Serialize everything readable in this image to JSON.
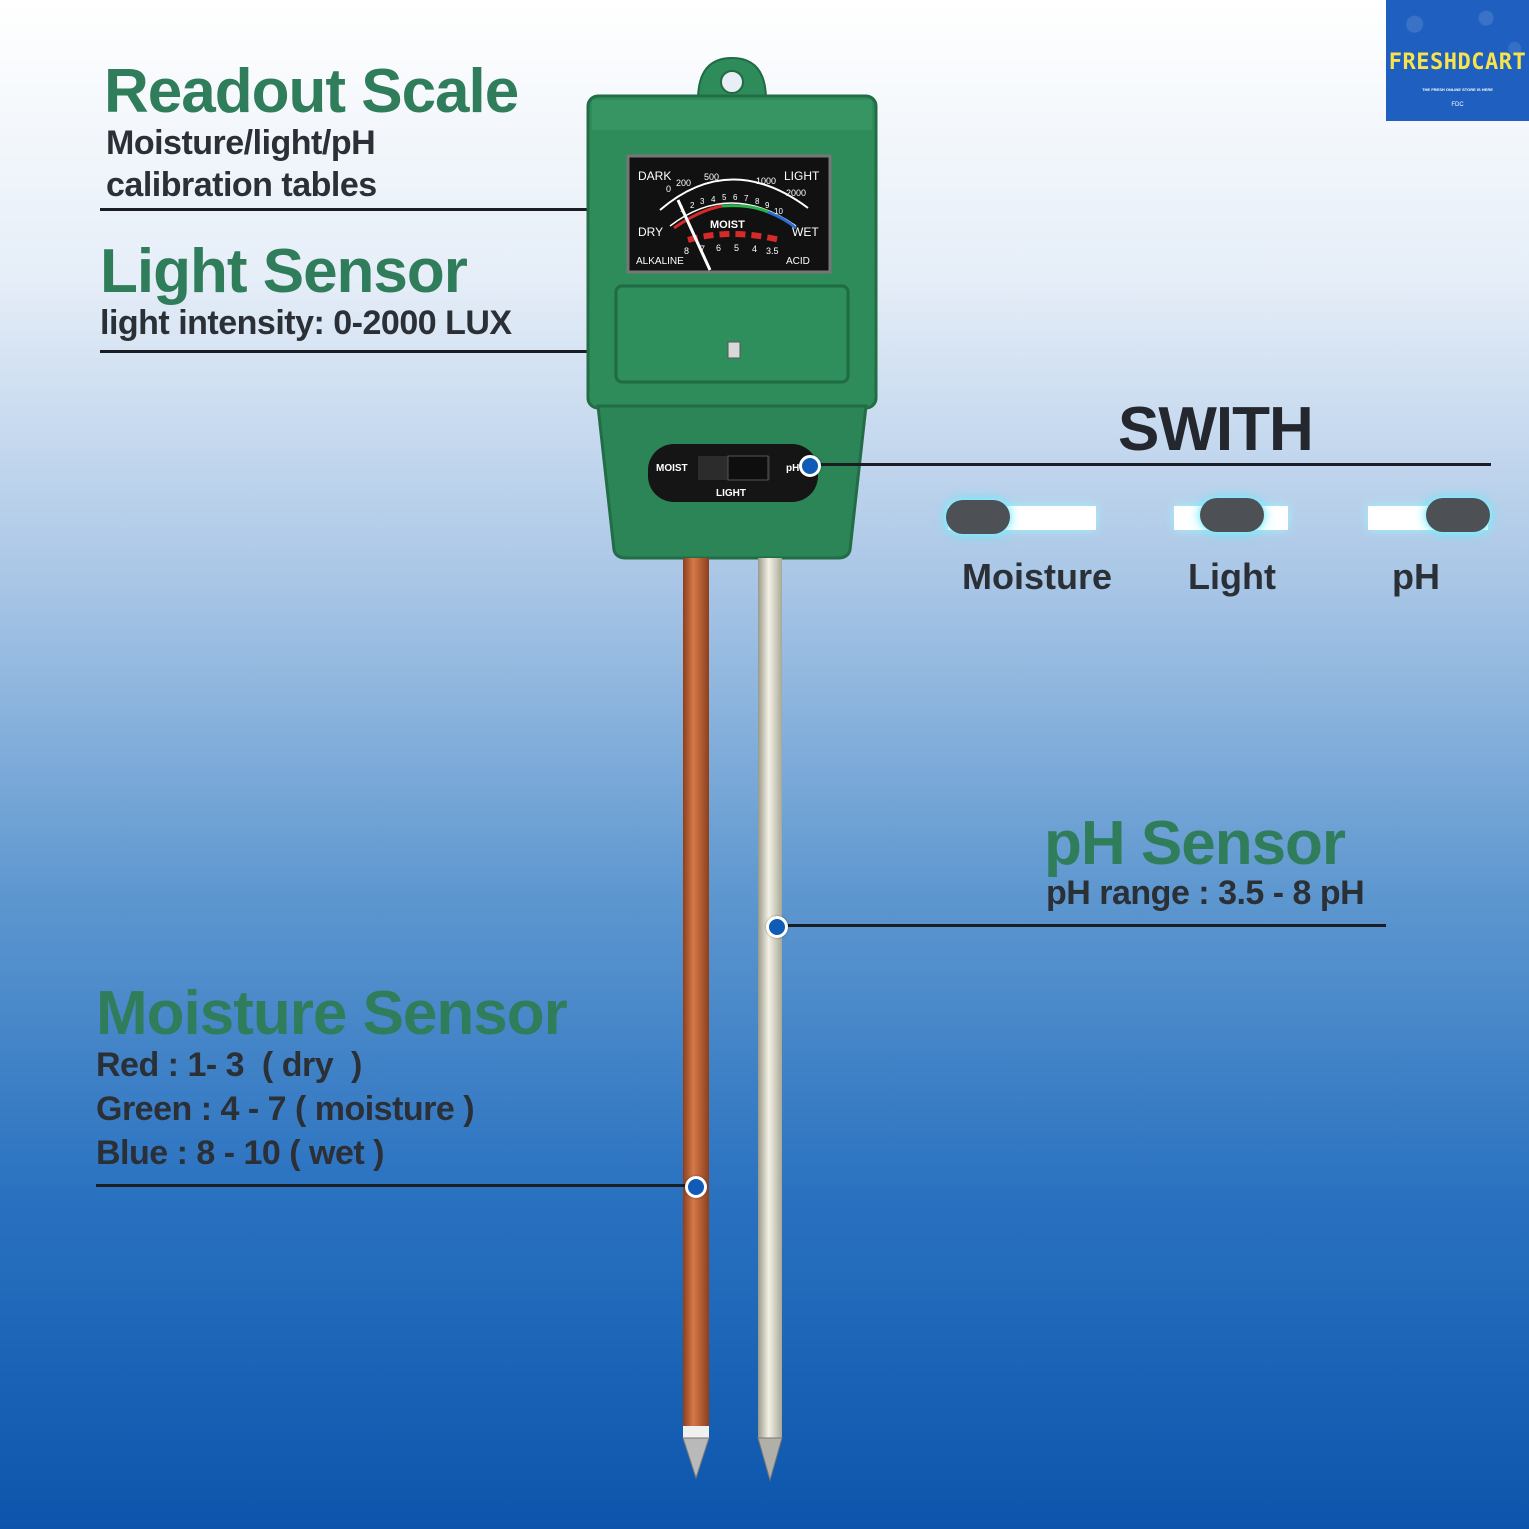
{
  "brand": {
    "name": "FRESHDCART",
    "tagline": "THE FRESH ONLINE STORE IS HERE",
    "mark": "FDC",
    "name_color": "#f7e34d"
  },
  "readout": {
    "title": "Readout Scale",
    "line1": "Moisture/light/pH",
    "line2": "calibration tables"
  },
  "light_sensor": {
    "title": "Light Sensor",
    "desc": "light intensity: 0-2000 LUX"
  },
  "switch": {
    "title": "SWITH",
    "options": [
      {
        "label": "Moisture"
      },
      {
        "label": "Light"
      },
      {
        "label": "pH"
      }
    ]
  },
  "ph_sensor": {
    "title": "pH Sensor",
    "desc": "pH range : 3.5 - 8 pH"
  },
  "moisture_sensor": {
    "title": "Moisture Sensor",
    "lines": [
      "Red : 1- 3  ( dry  )",
      "Green : 4 - 7 ( moisture )",
      "Blue : 8 - 10 ( wet )"
    ]
  },
  "meter": {
    "dark": "DARK",
    "light": "LIGHT",
    "dry": "DRY",
    "wet": "WET",
    "moist": "MOIST",
    "alkaline": "ALKALINE",
    "acid": "ACID",
    "lux_ticks": [
      "0",
      "200",
      "500",
      "1000",
      "2000"
    ],
    "moist_ticks": [
      "1",
      "2",
      "3",
      "4",
      "5",
      "6",
      "7",
      "8",
      "9",
      "10"
    ],
    "ph_ticks": [
      "8",
      "7",
      "6",
      "5",
      "4",
      "3.5"
    ],
    "switch_moist": "MOIST",
    "switch_light": "LIGHT",
    "switch_ph": "pH"
  },
  "colors": {
    "heading_green": "#2f7d5a",
    "device_green": "#2e8b5a",
    "marker_blue": "#0f5bb5"
  }
}
